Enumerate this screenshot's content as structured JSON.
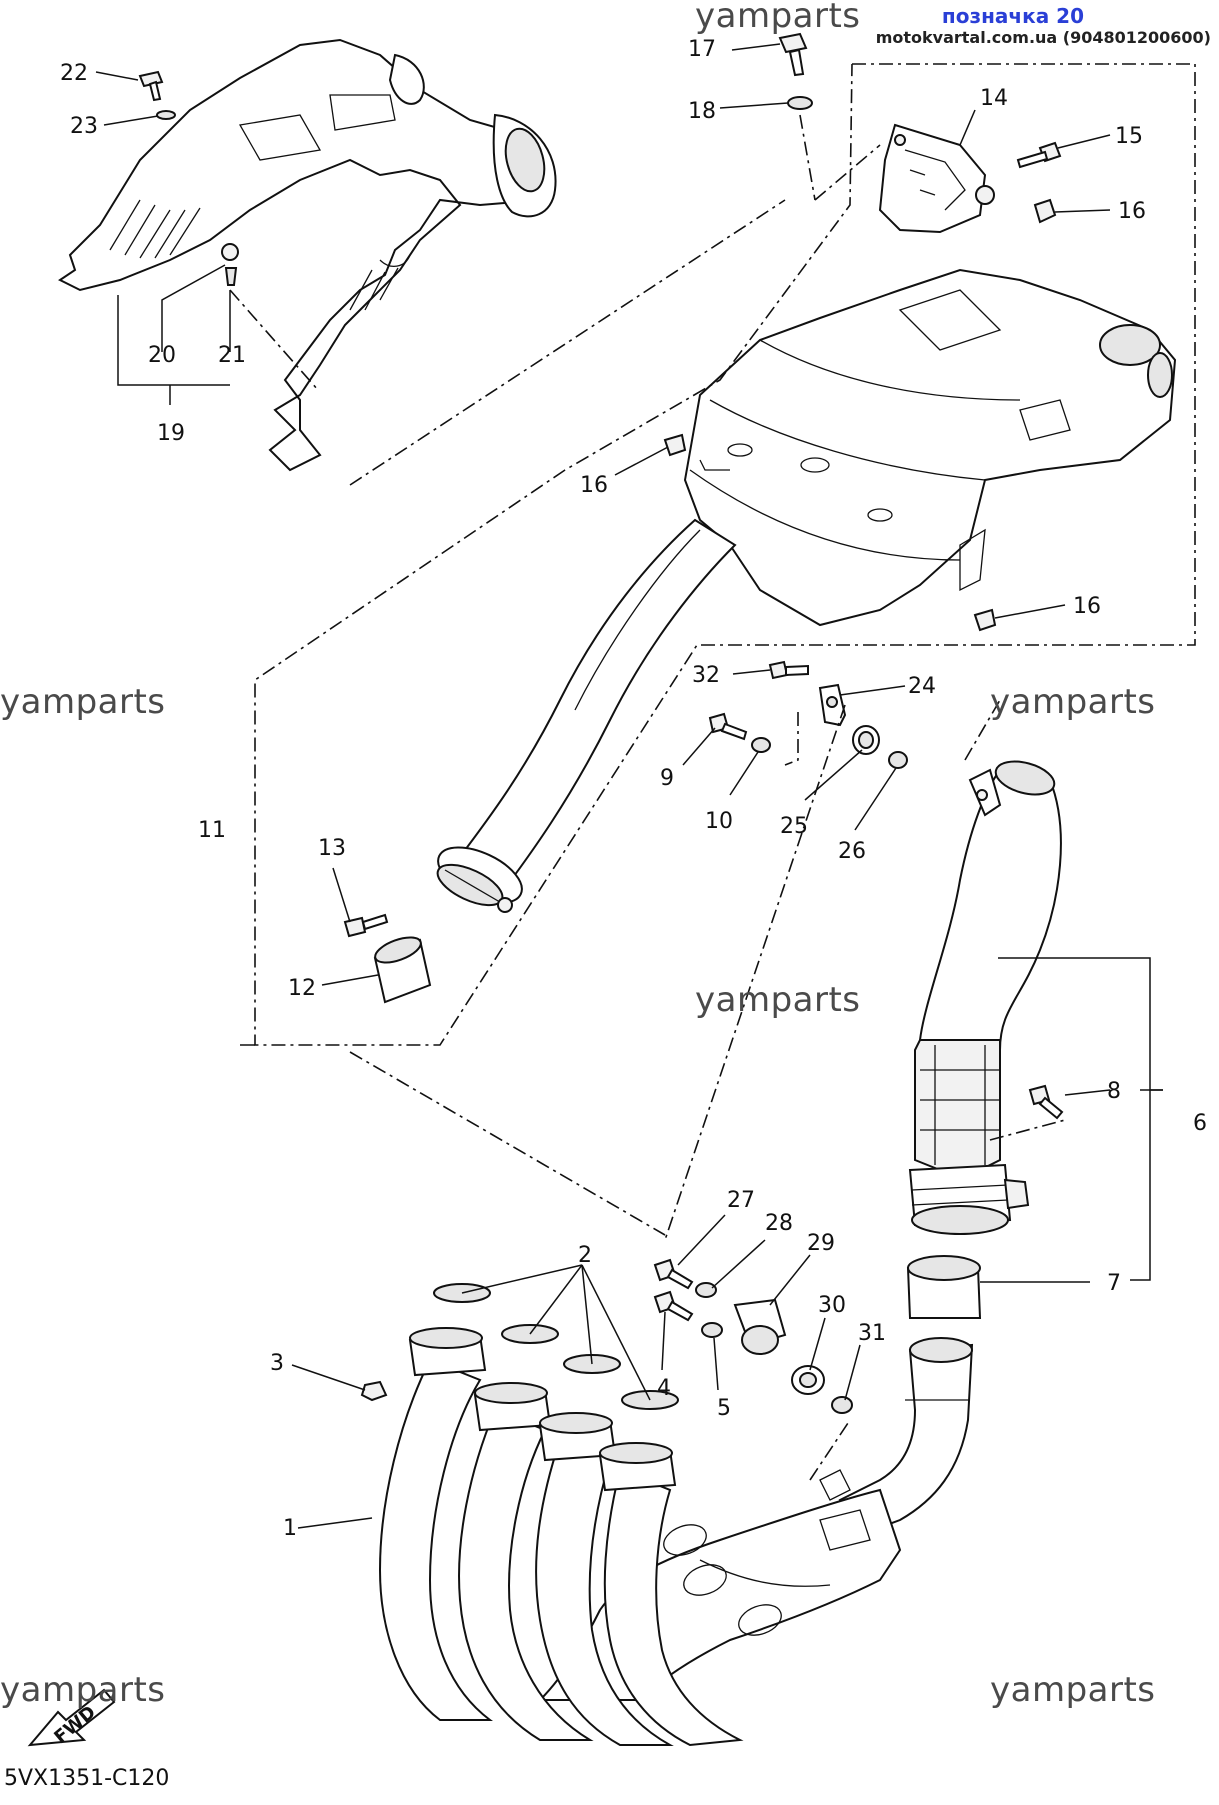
{
  "header": {
    "badge": "позначка 20",
    "site": "motokvartal.com.ua (904801200600)"
  },
  "watermark": "yamparts",
  "diagram_code": "5VX1351-C120",
  "fwd_label": "FWD",
  "callouts": {
    "c1": "1",
    "c2": "2",
    "c3": "3",
    "c4": "4",
    "c5": "5",
    "c6": "6",
    "c7": "7",
    "c8": "8",
    "c9": "9",
    "c10": "10",
    "c11": "11",
    "c12": "12",
    "c13": "13",
    "c14": "14",
    "c15": "15",
    "c16a": "16",
    "c16b": "16",
    "c16c": "16",
    "c17": "17",
    "c18": "18",
    "c19": "19",
    "c20": "20",
    "c21": "21",
    "c22": "22",
    "c23": "23",
    "c24": "24",
    "c25": "25",
    "c26": "26",
    "c27": "27",
    "c28": "28",
    "c29": "29",
    "c30": "30",
    "c31": "31",
    "c32": "32"
  }
}
